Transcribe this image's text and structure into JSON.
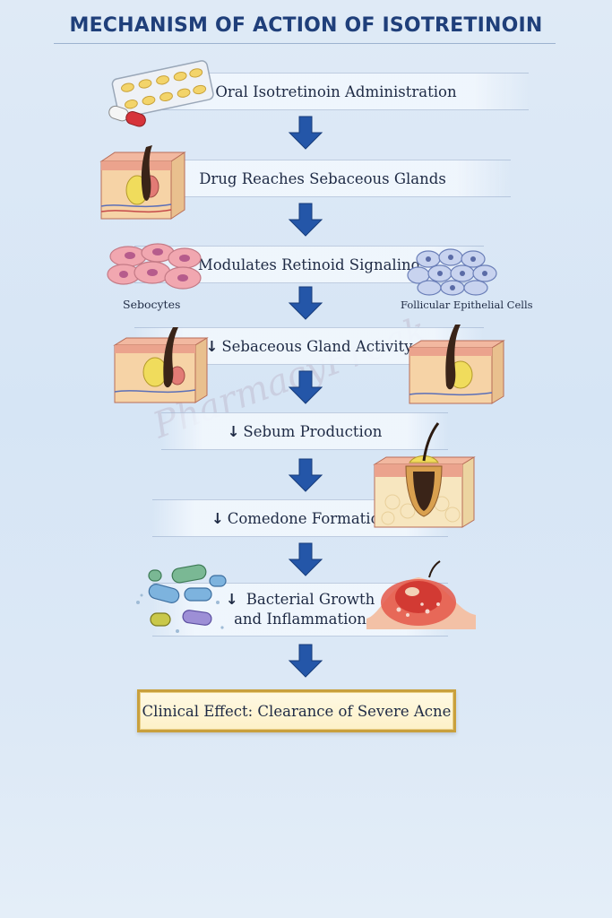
{
  "title": "MECHANISM OF ACTION OF ISOTRETINOIN",
  "steps": [
    {
      "label": "Oral Isotretinoin Administration"
    },
    {
      "label": "Drug Reaches Sebaceous Glands"
    },
    {
      "label": "Modulates Retinoid Signaling"
    },
    {
      "prefix": "↓",
      "label": "Sebaceous Gland Activity"
    },
    {
      "prefix": "↓",
      "label": "Sebum Production"
    },
    {
      "prefix": "↓",
      "label": "Comedone Formation"
    },
    {
      "prefix": "↓",
      "label": "Bacterial Growth",
      "label2": "and Inflammation"
    }
  ],
  "cells": {
    "left": "Sebocytes",
    "right": "Follicular Epithelial Cells"
  },
  "final": "Clinical Effect: Clearance of Severe Acne",
  "watermark": "PharmacyFreak",
  "colors": {
    "title": "#1f3f7a",
    "arrow": "#2456a8",
    "final_border": "#c9a03d"
  },
  "icons": [
    "pill-blister-icon",
    "skin-cross-section-icon",
    "sebocytes-icon",
    "follicular-cells-icon",
    "sebaceous-gland-icon",
    "follicle-icon",
    "bacteria-icon",
    "inflamed-skin-icon"
  ]
}
